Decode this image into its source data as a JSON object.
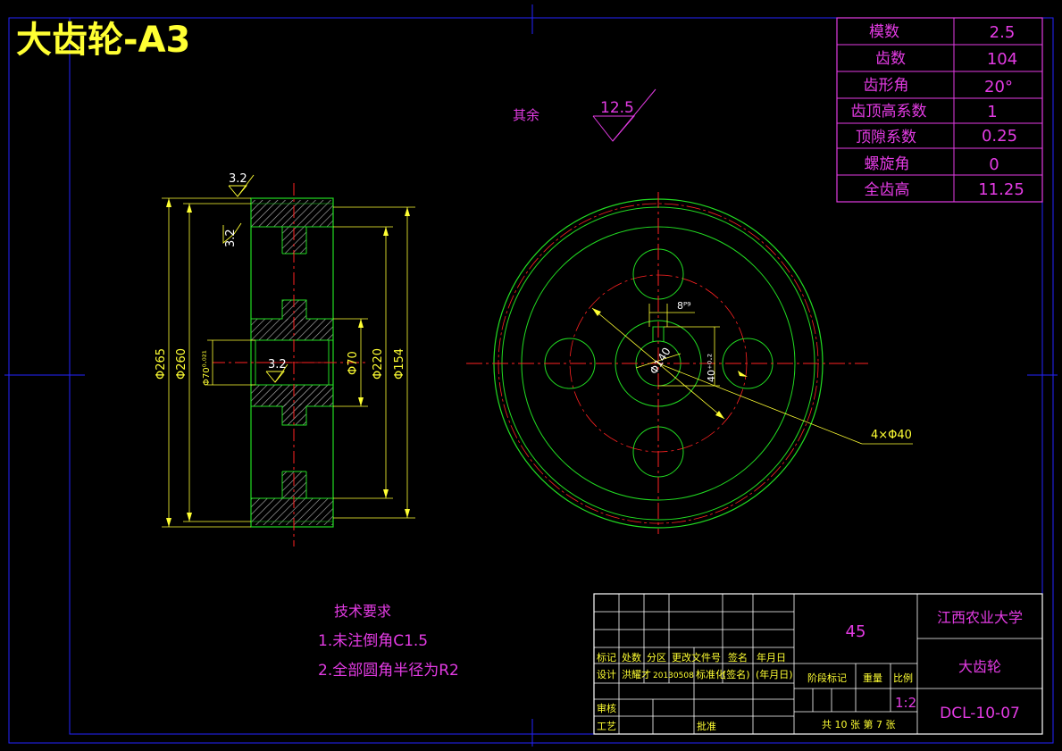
{
  "title": "大齿轮-A3",
  "colors": {
    "background": "#000000",
    "frame": "#2323ff",
    "outline": "#22dd22",
    "dimension": "#ffff33",
    "centerline": "#ff2222",
    "annotation": "#e33be3",
    "hatch": "#bbbbbb",
    "table": "#ffffff"
  },
  "gear_params": [
    {
      "label": "模数",
      "value": "2.5"
    },
    {
      "label": "齿数",
      "value": "104"
    },
    {
      "label": "齿形角",
      "value": "20°"
    },
    {
      "label": "齿顶高系数",
      "value": "1"
    },
    {
      "label": "顶隙系数",
      "value": "0.25"
    },
    {
      "label": "螺旋角",
      "value": "0"
    },
    {
      "label": "全齿高",
      "value": "11.25"
    }
  ],
  "roughness": {
    "rest_label": "其余",
    "rest_value": "12.5",
    "face_top": "3.2",
    "face_side": "3.2",
    "bore": "3.2"
  },
  "side_dims": {
    "d265": "Φ265",
    "d260": "Φ260",
    "d220": "Φ220",
    "d154": "Φ154",
    "d70": "Φ70",
    "d70tol": "Φ70⁰·⁰²¹"
  },
  "front_dims": {
    "keyway": "8ᴾ⁹",
    "hub": "Φ140",
    "keydepth": "40⁺⁰·²",
    "holes": "4×Φ40"
  },
  "tech_req": {
    "heading": "技术要求",
    "items": [
      "1.未注倒角C1.5",
      "2.全部圆角半径为R2"
    ]
  },
  "title_block": {
    "material": "45",
    "school": "江西农业大学",
    "part_name": "大齿轮",
    "drawing_no": "DCL-10-07",
    "scale": "1:2",
    "headers": [
      "标记",
      "处数",
      "分区",
      "更改文件号",
      "签名",
      "年月日"
    ],
    "design_row": [
      "设计",
      "洪耀才",
      "20130508",
      "标准化",
      "(签名)",
      "(年月日)"
    ],
    "stage_label": "阶段标记",
    "weight_label": "重量",
    "scale_label": "比例",
    "check_label": "审核",
    "process_label": "工艺",
    "approve_label": "批准",
    "sheet_info": "共 10 张 第 7 张"
  }
}
